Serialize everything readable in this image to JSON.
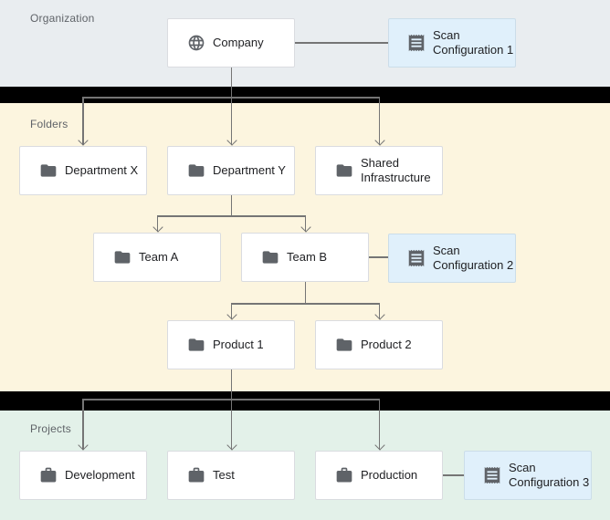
{
  "sections": {
    "organization": {
      "label": "Organization"
    },
    "folders": {
      "label": "Folders"
    },
    "projects": {
      "label": "Projects"
    }
  },
  "nodes": {
    "company": {
      "label": "Company",
      "icon": "globe-icon"
    },
    "scan_config_1": {
      "label": "Scan Configuration 1",
      "icon": "receipt-icon"
    },
    "department_x": {
      "label": "Department X",
      "icon": "folder-icon"
    },
    "department_y": {
      "label": "Department Y",
      "icon": "folder-icon"
    },
    "shared_infrastructure": {
      "label": "Shared Infrastructure",
      "icon": "folder-icon"
    },
    "team_a": {
      "label": "Team A",
      "icon": "folder-icon"
    },
    "team_b": {
      "label": "Team B",
      "icon": "folder-icon"
    },
    "scan_config_2": {
      "label": "Scan Configuration 2",
      "icon": "receipt-icon"
    },
    "product_1": {
      "label": "Product 1",
      "icon": "folder-icon"
    },
    "product_2": {
      "label": "Product 2",
      "icon": "folder-icon"
    },
    "development": {
      "label": "Development",
      "icon": "briefcase-icon"
    },
    "test": {
      "label": "Test",
      "icon": "briefcase-icon"
    },
    "production": {
      "label": "Production",
      "icon": "briefcase-icon"
    },
    "scan_config_3": {
      "label": "Scan Configuration 3",
      "icon": "receipt-icon"
    }
  },
  "colors": {
    "organization_bg": "#e9edf0",
    "folders_bg": "#fcf5df",
    "projects_bg": "#e3f1e9",
    "separator_band": "#000000",
    "node_bg": "#ffffff",
    "node_border": "#dadce0",
    "scan_node_bg": "#e0f0fb",
    "scan_node_border": "#cbdde9",
    "connector": "#757575",
    "icon": "#5f6368",
    "node_text": "#202124",
    "section_label_text": "#5f6368"
  }
}
